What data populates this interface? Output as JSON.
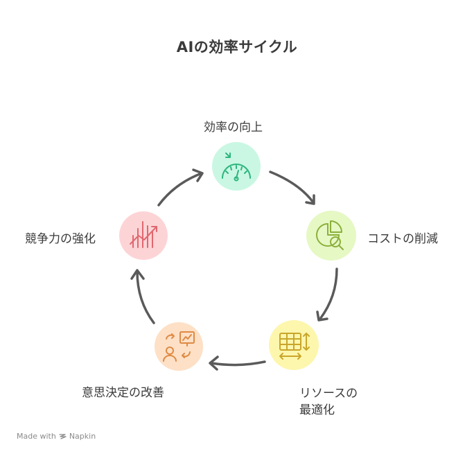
{
  "title": "AIの効率サイクル",
  "steps": [
    {
      "label": "効率の向上",
      "icon": "speedometer-icon",
      "color": "#c9f7e3"
    },
    {
      "label": "コストの削減",
      "icon": "pie-chart-search-icon",
      "color": "#e6f8c4"
    },
    {
      "label_line1": "リソースの",
      "label_line2": "最適化",
      "icon": "table-resize-icon",
      "color": "#fdf6ad"
    },
    {
      "label": "意思決定の改善",
      "icon": "person-presentation-icon",
      "color": "#fde0c6"
    },
    {
      "label": "競争力の強化",
      "icon": "growth-chart-icon",
      "color": "#fdd4d6"
    }
  ],
  "footer": {
    "made_with": "Made with",
    "brand": "Napkin"
  }
}
